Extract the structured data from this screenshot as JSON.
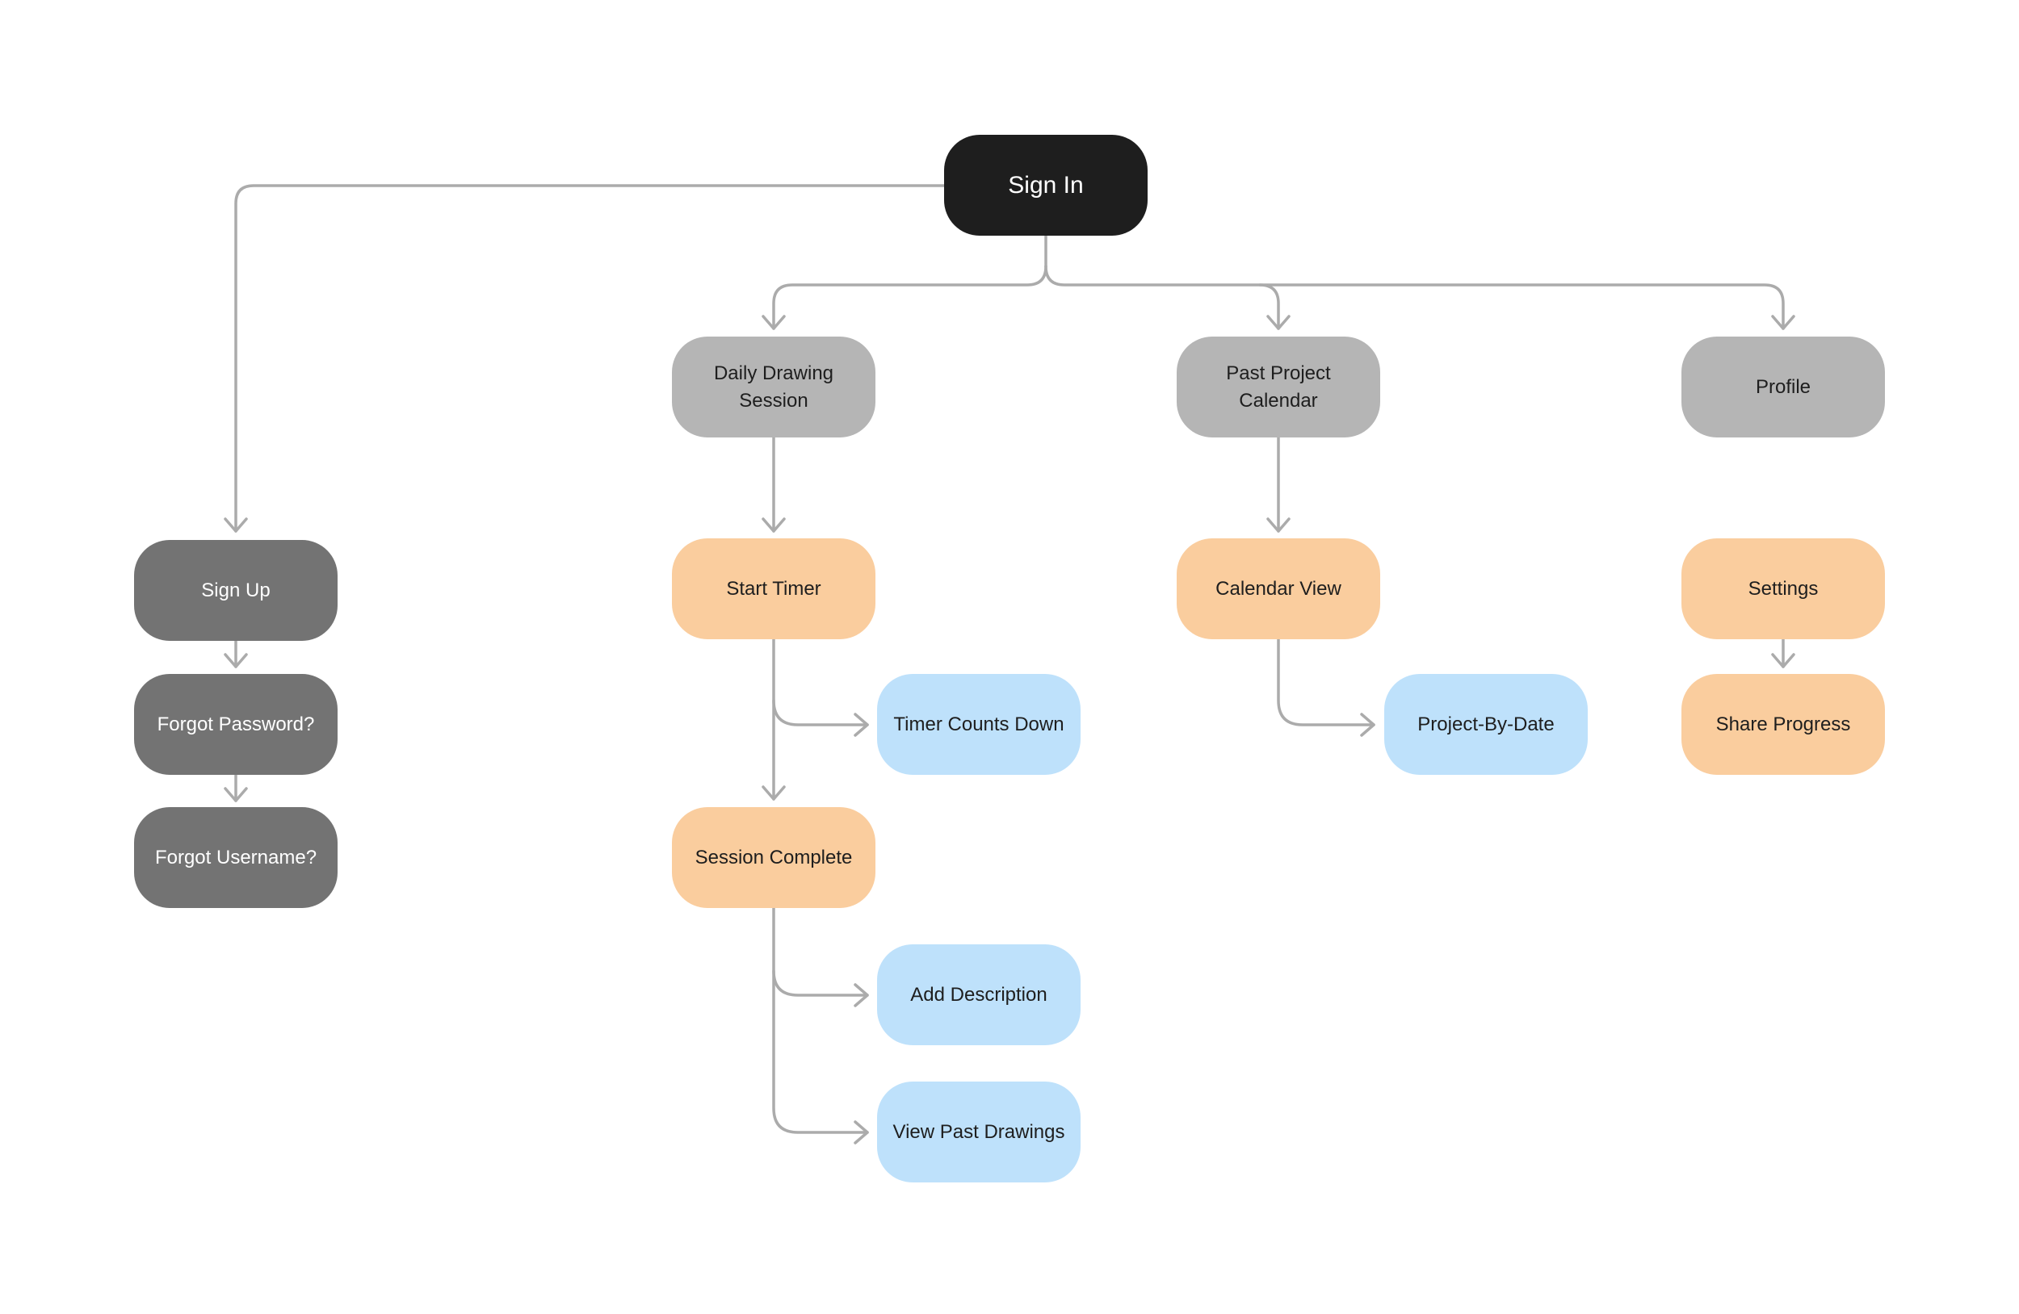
{
  "canvas": {
    "background": "#FFFFFF"
  },
  "colors": {
    "canvas_bg": "#FFFFFF",
    "root_node": "#1E1E1E",
    "dark_gray_node": "#737373",
    "gray_node": "#B5B5B5",
    "orange_node": "#FACD9E",
    "blue_node": "#BEE1FB",
    "connector": "#ABABAB",
    "text_dark": "#1E1E1E",
    "text_light": "#FFFFFF"
  },
  "nodes": [
    {
      "id": "sign-in",
      "label": "Sign In",
      "variant": "root"
    },
    {
      "id": "sign-up",
      "label": "Sign Up",
      "variant": "dark-gray"
    },
    {
      "id": "forgot-password",
      "label": "Forgot Password?",
      "variant": "dark-gray"
    },
    {
      "id": "forgot-username",
      "label": "Forgot Username?",
      "variant": "dark-gray"
    },
    {
      "id": "daily-drawing-session",
      "label": "Daily Drawing\nSession",
      "variant": "gray"
    },
    {
      "id": "past-project-calendar",
      "label": "Past Project\nCalendar",
      "variant": "gray"
    },
    {
      "id": "profile",
      "label": "Profile",
      "variant": "gray"
    },
    {
      "id": "start-timer",
      "label": "Start Timer",
      "variant": "orange"
    },
    {
      "id": "timer-counts-down",
      "label": "Timer Counts Down",
      "variant": "blue"
    },
    {
      "id": "session-complete",
      "label": "Session Complete",
      "variant": "orange"
    },
    {
      "id": "add-description",
      "label": "Add Description",
      "variant": "blue"
    },
    {
      "id": "view-past-drawings",
      "label": "View Past Drawings",
      "variant": "blue"
    },
    {
      "id": "calendar-view",
      "label": "Calendar View",
      "variant": "orange"
    },
    {
      "id": "project-by-date",
      "label": "Project-By-Date",
      "variant": "blue"
    },
    {
      "id": "settings",
      "label": "Settings",
      "variant": "orange"
    },
    {
      "id": "share-progress",
      "label": "Share Progress",
      "variant": "orange"
    }
  ],
  "edges": [
    {
      "from": "sign-in",
      "to": "sign-up"
    },
    {
      "from": "sign-in",
      "to": "daily-drawing-session"
    },
    {
      "from": "sign-in",
      "to": "past-project-calendar"
    },
    {
      "from": "sign-in",
      "to": "profile"
    },
    {
      "from": "sign-up",
      "to": "forgot-password"
    },
    {
      "from": "forgot-password",
      "to": "forgot-username"
    },
    {
      "from": "daily-drawing-session",
      "to": "start-timer"
    },
    {
      "from": "start-timer",
      "to": "timer-counts-down"
    },
    {
      "from": "start-timer",
      "to": "session-complete"
    },
    {
      "from": "session-complete",
      "to": "add-description"
    },
    {
      "from": "session-complete",
      "to": "view-past-drawings"
    },
    {
      "from": "past-project-calendar",
      "to": "calendar-view"
    },
    {
      "from": "calendar-view",
      "to": "project-by-date"
    },
    {
      "from": "settings",
      "to": "share-progress"
    }
  ]
}
